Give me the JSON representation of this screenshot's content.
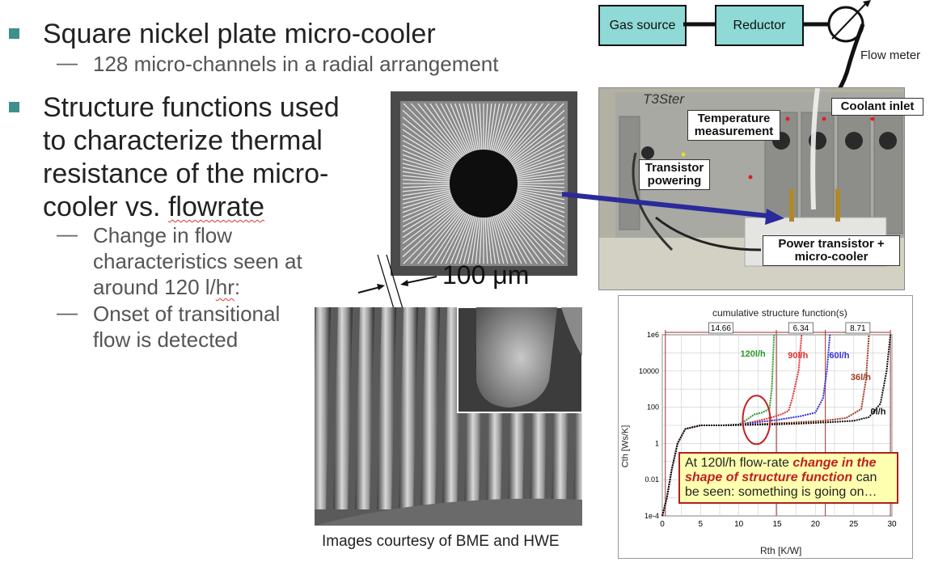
{
  "bullets": [
    {
      "text": "Square nickel plate micro-cooler",
      "sub": [
        "128 micro-channels in a radial arrangement"
      ]
    },
    {
      "lines": [
        "Structure functions used",
        "to characterize thermal",
        "resistance of the micro-",
        "cooler vs. "
      ],
      "lastword": "flowrate",
      "sub_a": [
        "Change in flow",
        "characteristics seen at",
        "around 120 l/"
      ],
      "sub_a_word": "hr",
      "sub_a_tail": ":",
      "sub_b": [
        "Onset of transitional",
        "flow is detected"
      ]
    }
  ],
  "scale_label": "100 μm",
  "caption": "Images courtesy of BME and HWE",
  "setup": {
    "gas_source": "Gas source",
    "reductor": "Reductor",
    "flow_meter": "Flow meter",
    "t3ster": "T3Ster",
    "temp": "Temperature measurement",
    "coolant": "Coolant inlet",
    "transistor": "Transistor powering",
    "power": "Power transistor + micro-cooler"
  },
  "chart_data": {
    "type": "line",
    "title": "cumulative structure function(s)",
    "xlabel": "Rth  [K/W]",
    "ylabel": "Cth  [Ws/K]",
    "xlim": [
      0,
      30
    ],
    "xticks": [
      "0",
      "5",
      "10",
      "15",
      "20",
      "25",
      "30"
    ],
    "ylog": true,
    "yticks": [
      "1e-4",
      "0.01",
      "1",
      "100",
      "10000",
      "1e6"
    ],
    "intervals": [
      "14.66",
      "6.34",
      "8.71"
    ],
    "series": [
      {
        "name": "120l/h",
        "color": "#2a9a2a",
        "x": [
          0,
          0.6,
          1.2,
          2,
          3,
          5,
          8,
          10,
          11,
          12,
          13,
          14,
          14.3,
          14.6
        ],
        "y": [
          -4,
          -3,
          -1.5,
          0,
          0.8,
          1,
          1,
          1.05,
          1.3,
          1.6,
          1.7,
          1.9,
          3,
          6
        ]
      },
      {
        "name": "90l/h",
        "color": "#e03030",
        "x": [
          0,
          0.6,
          1.2,
          2,
          3,
          5,
          8,
          10,
          12,
          14,
          15.5,
          16.5,
          17,
          17.8,
          18.2
        ],
        "y": [
          -4,
          -3,
          -1.5,
          0,
          0.8,
          1,
          1,
          1.05,
          1.2,
          1.4,
          1.6,
          1.8,
          2.5,
          4,
          6
        ]
      },
      {
        "name": "60l/h",
        "color": "#3030d0",
        "x": [
          0,
          0.6,
          1.2,
          2,
          3,
          5,
          8,
          10,
          12,
          15,
          18,
          20,
          21,
          21.5,
          21.9
        ],
        "y": [
          -4,
          -3,
          -1.5,
          0,
          0.8,
          1,
          1,
          1.05,
          1.15,
          1.3,
          1.5,
          1.7,
          2.5,
          4,
          6
        ]
      },
      {
        "name": "36l/h",
        "color": "#9a3a1a",
        "x": [
          0,
          0.6,
          1.2,
          2,
          3,
          5,
          8,
          10,
          13,
          17,
          21,
          24,
          26,
          26.6,
          27
        ],
        "y": [
          -4,
          -3,
          -1.5,
          0,
          0.8,
          1,
          1,
          1.02,
          1.08,
          1.15,
          1.25,
          1.4,
          1.9,
          3.5,
          6
        ]
      },
      {
        "name": "0l/h",
        "color": "#111111",
        "x": [
          0,
          0.6,
          1.2,
          2,
          3,
          5,
          8,
          10,
          14,
          18,
          22,
          25,
          27,
          28.5,
          29.3,
          29.8
        ],
        "y": [
          -4,
          -3,
          -1.5,
          0,
          0.8,
          1,
          1,
          1.02,
          1.05,
          1.1,
          1.18,
          1.25,
          1.45,
          2.2,
          4,
          6
        ]
      }
    ],
    "annotation": {
      "t1": "At 120l/h flow-rate ",
      "t2": "change in the shape of structure function",
      "t3": " can be seen: something is going on…"
    }
  }
}
